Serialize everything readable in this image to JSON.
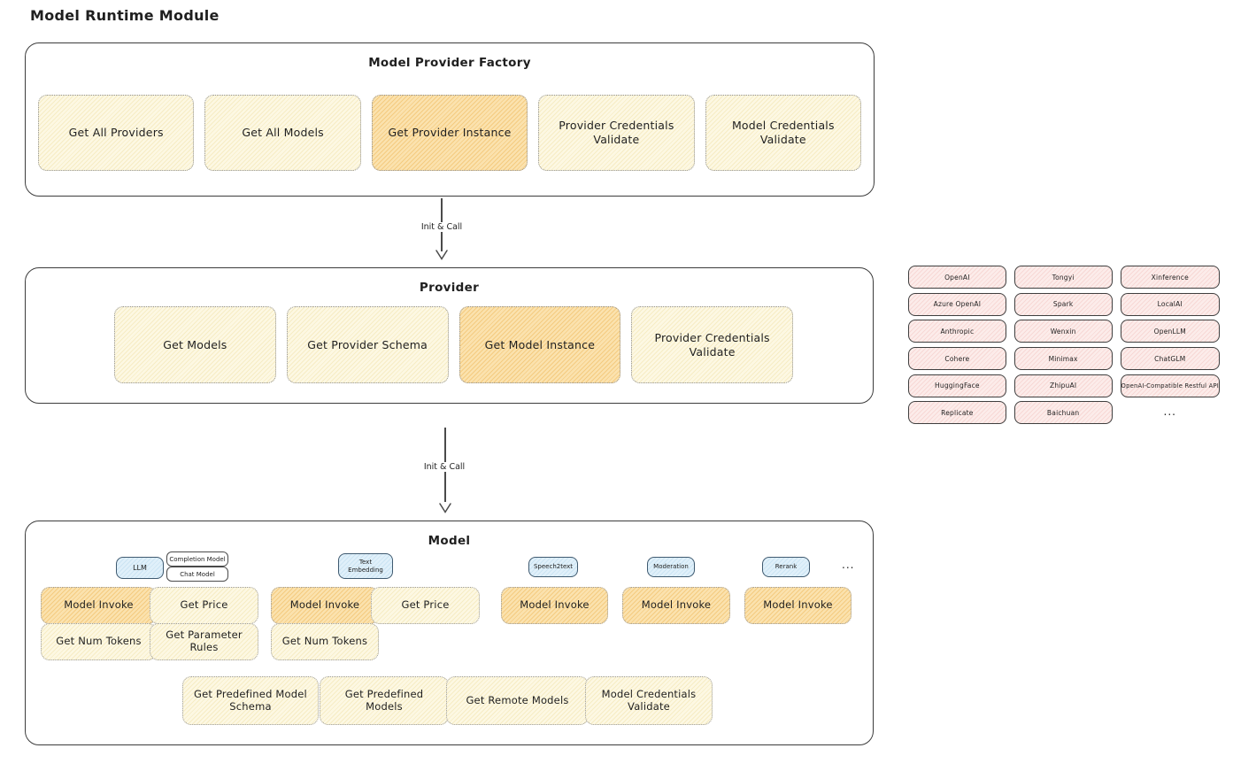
{
  "title": "Model Runtime Module",
  "factory": {
    "title": "Model Provider Factory",
    "buttons": [
      {
        "label": "Get All Providers",
        "highlighted": false
      },
      {
        "label": "Get All Models",
        "highlighted": false
      },
      {
        "label": "Get Provider Instance",
        "highlighted": true
      },
      {
        "label": "Provider Credentials Validate",
        "highlighted": false
      },
      {
        "label": "Model Credentials Validate",
        "highlighted": false
      }
    ]
  },
  "arrows": {
    "factory_to_provider": "Init & Call",
    "provider_to_model": "Init & Call"
  },
  "provider": {
    "title": "Provider",
    "buttons": [
      {
        "label": "Get Models",
        "highlighted": false
      },
      {
        "label": "Get Provider Schema",
        "highlighted": false
      },
      {
        "label": "Get Model Instance",
        "highlighted": true
      },
      {
        "label": "Provider Credentials Validate",
        "highlighted": false
      }
    ]
  },
  "providers_list": {
    "items": [
      "OpenAI",
      "Tongyi",
      "Xinference",
      "Azure OpenAI",
      "Spark",
      "LocalAI",
      "Anthropic",
      "Wenxin",
      "OpenLLM",
      "Cohere",
      "Minimax",
      "ChatGLM",
      "HuggingFace",
      "ZhipuAI",
      "OpenAI-Compatible Restful API",
      "Replicate",
      "Baichuan",
      "..."
    ]
  },
  "model": {
    "title": "Model",
    "tags": {
      "llm": "LLM",
      "completion": "Completion Model",
      "chat": "Chat Model",
      "text_embedding": "Text Embedding",
      "speech2text": "Speech2text",
      "moderation": "Moderation",
      "rerank": "Rerank",
      "more": "..."
    },
    "ops": {
      "model_invoke": "Model Invoke",
      "get_price": "Get Price",
      "get_num_tokens": "Get Num Tokens",
      "get_parameter_rules": "Get Parameter Rules",
      "get_predefined_model_schema": "Get Predefined Model Schema",
      "get_predefined_models": "Get Predefined Models",
      "get_remote_models": "Get Remote Models",
      "model_credentials_validate": "Model Credentials Validate"
    }
  },
  "colors": {
    "border": "#3c3c3c",
    "yellow_fill": "#fdf8e3",
    "orange_highlight_fill": "#f6d295",
    "pink_fill": "#fcecea",
    "blue_fill": "#ddeefa"
  }
}
